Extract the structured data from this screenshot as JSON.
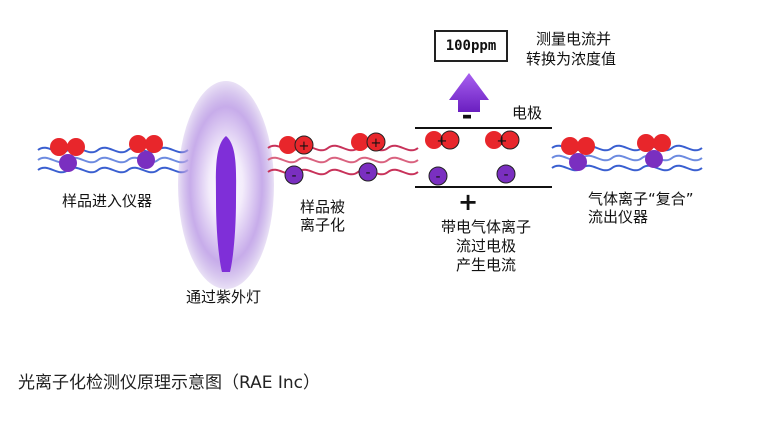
{
  "meter": {
    "reading": "100ppm",
    "description_lines": [
      "测量电流并",
      "转换为浓度值"
    ]
  },
  "electrodes": {
    "top_sign": "-",
    "bottom_sign": "+",
    "label": "电极"
  },
  "stages": {
    "sample_in": "样品进入仪器",
    "uv_lamp": "通过紫外灯",
    "ionized_lines": [
      "样品被",
      "离子化"
    ],
    "current_lines": [
      "带电气体离子",
      "流过电极",
      "产生电流"
    ],
    "recombine_lines": [
      "气体离子“复合”",
      "流出仪器"
    ]
  },
  "caption": "光离子化检测仪原理示意图（RAE Inc）",
  "ion_marks": {
    "positive": "+",
    "negative": "-"
  },
  "colors": {
    "cation": "#e8262b",
    "anion": "#7a2fc0",
    "wave_blue": "#3a5fd0",
    "wave_red": "#c8325a",
    "lamp": "#7f2fd8",
    "glow": "#b79ae0",
    "arrow": "#8a2fd8"
  }
}
